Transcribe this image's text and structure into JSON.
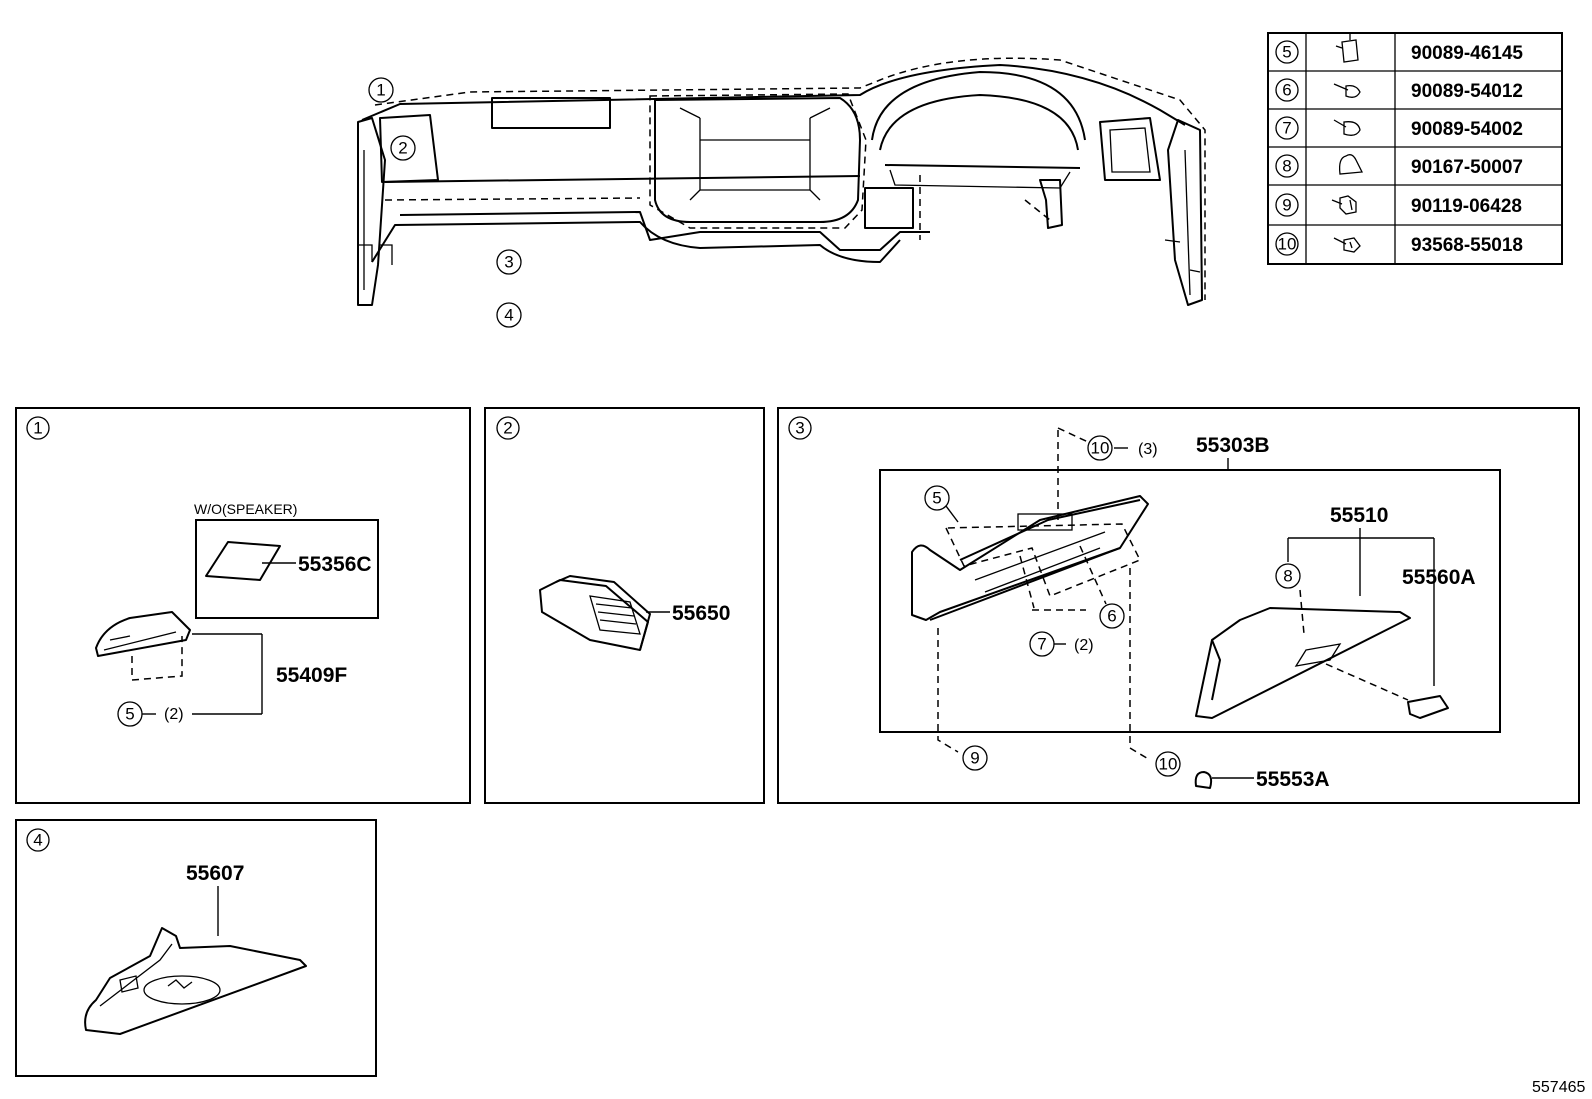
{
  "overview": {
    "callouts": [
      "1",
      "2",
      "3",
      "4"
    ]
  },
  "fastener_table": {
    "rows": [
      {
        "ref": "5",
        "icon": "clip-icon",
        "part_no": "90089-46145"
      },
      {
        "ref": "6",
        "icon": "screw-clip-icon",
        "part_no": "90089-54012"
      },
      {
        "ref": "7",
        "icon": "screw-clip-icon",
        "part_no": "90089-54002"
      },
      {
        "ref": "8",
        "icon": "push-clip-icon",
        "part_no": "90167-50007"
      },
      {
        "ref": "9",
        "icon": "flange-screw-icon",
        "part_no": "90119-06428"
      },
      {
        "ref": "10",
        "icon": "tapping-screw-icon",
        "part_no": "93568-55018"
      }
    ]
  },
  "panel1": {
    "index": "1",
    "wo_speaker": "W/O(SPEAKER)",
    "part_speaker_cover": "55356C",
    "part_panel": "55409F",
    "clip_ref": "5",
    "clip_qty": "(2)"
  },
  "panel2": {
    "index": "2",
    "part_vent": "55650"
  },
  "panel3": {
    "index": "3",
    "part_assembly": "55303B",
    "part_door": "55510",
    "part_lock": "55560A",
    "part_cap": "55553A",
    "ref_top_screw": "10",
    "qty_top_screw": "(3)",
    "ref_clip_left": "5",
    "ref_clip_mid": "6",
    "ref_clip_low": "7",
    "qty_clip_low": "(2)",
    "ref_push_clip": "8",
    "ref_bottom_screw": "9",
    "ref_bottom_screw2": "10"
  },
  "panel4": {
    "index": "4",
    "part_tray": "55607"
  },
  "figure_id": "557465"
}
